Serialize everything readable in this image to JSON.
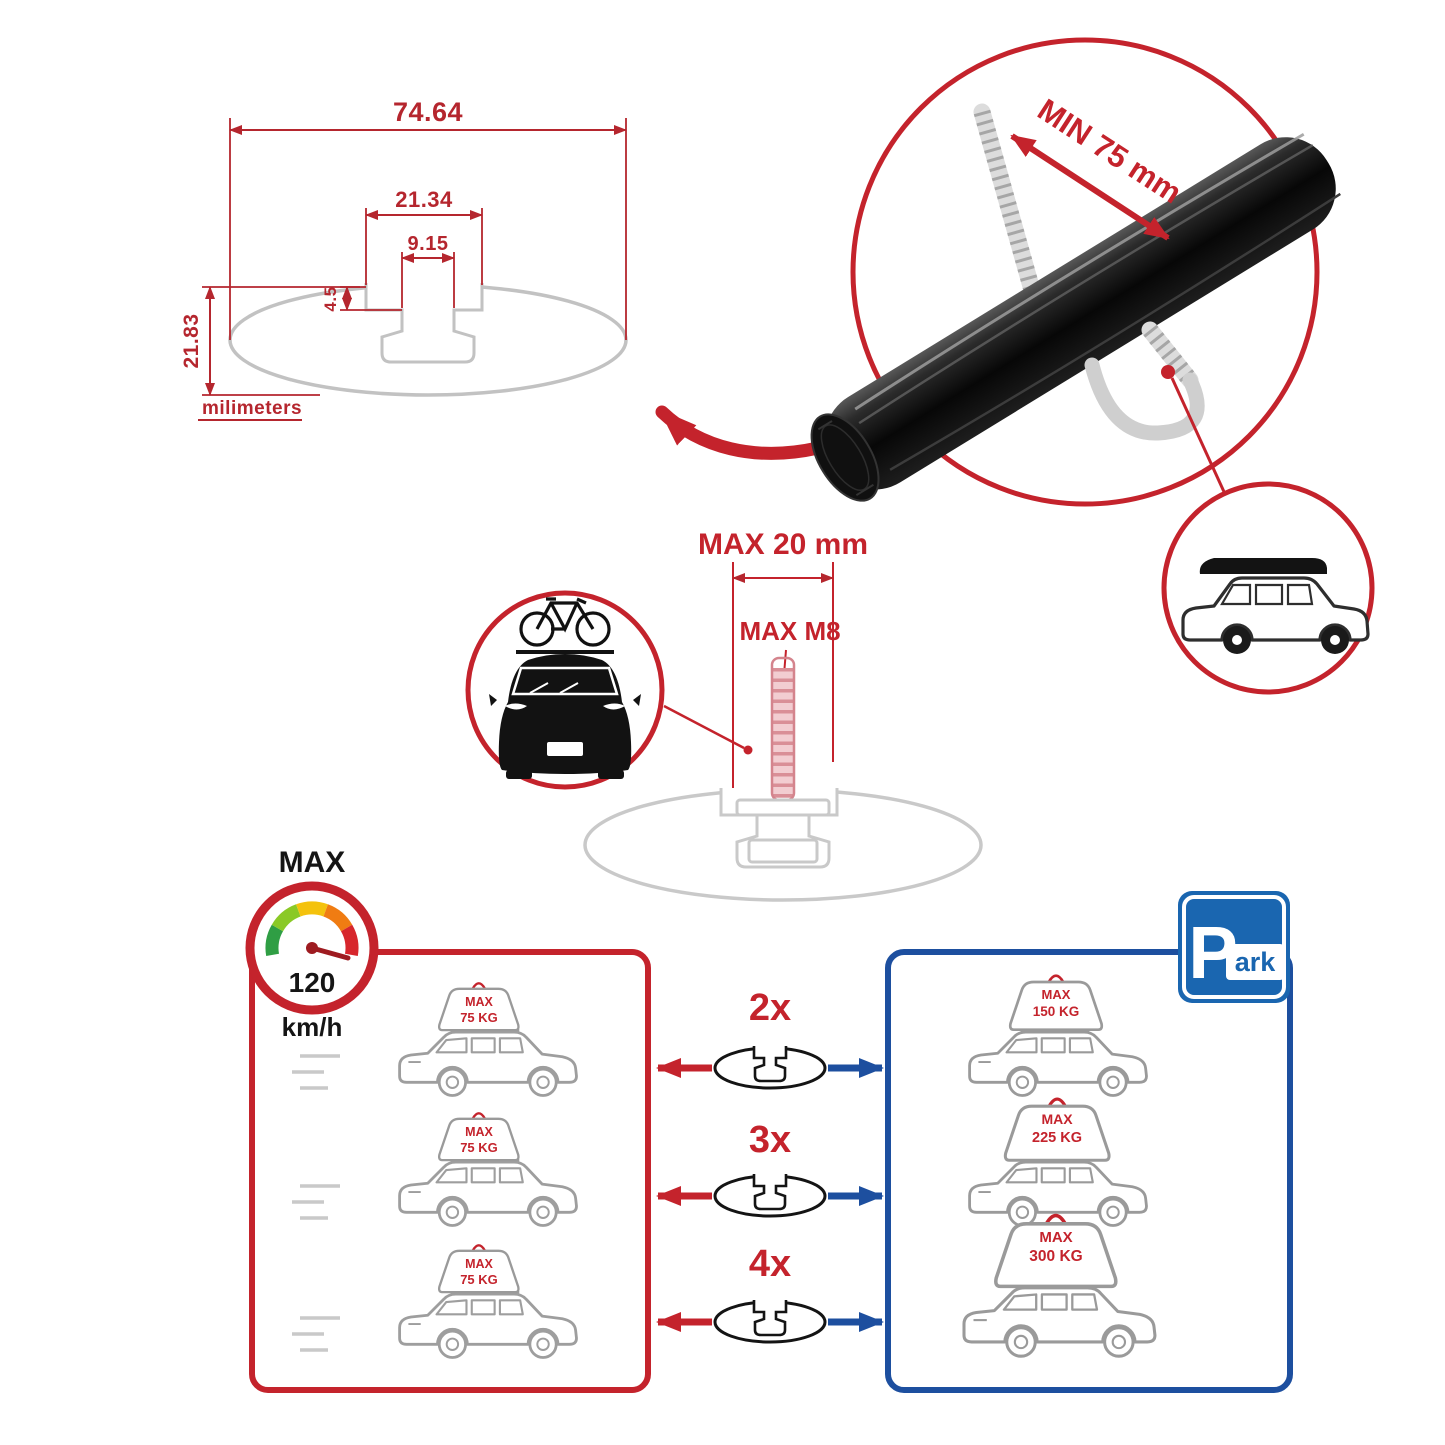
{
  "colors": {
    "accent_red": "#c4232c",
    "accent_blue": "#1d4f9f",
    "dim_red": "#b5262e",
    "line_gray": "#c9c9c9",
    "bar_black": "#0a0a0a"
  },
  "cross_section": {
    "total_width": "74.64",
    "recess_width": "21.34",
    "slot_width": "9.15",
    "recess_depth": "4.5",
    "total_height": "21.83",
    "units": "milimeters"
  },
  "clearance": {
    "label": "MIN 75 mm"
  },
  "bolt": {
    "length_label": "MAX 20 mm",
    "thread_label": "MAX M8"
  },
  "speed": {
    "title": "MAX",
    "value": "120",
    "unit": "km/h"
  },
  "park": {
    "letter": "P",
    "rest": "ark"
  },
  "capacity": {
    "multipliers": [
      "2x",
      "3x",
      "4x"
    ],
    "driving": [
      {
        "label": "MAX",
        "value": "75 KG"
      },
      {
        "label": "MAX",
        "value": "75 KG"
      },
      {
        "label": "MAX",
        "value": "75 KG"
      }
    ],
    "parked": [
      {
        "label": "MAX",
        "value": "150 KG"
      },
      {
        "label": "MAX",
        "value": "225 KG"
      },
      {
        "label": "MAX",
        "value": "300 KG"
      }
    ]
  }
}
